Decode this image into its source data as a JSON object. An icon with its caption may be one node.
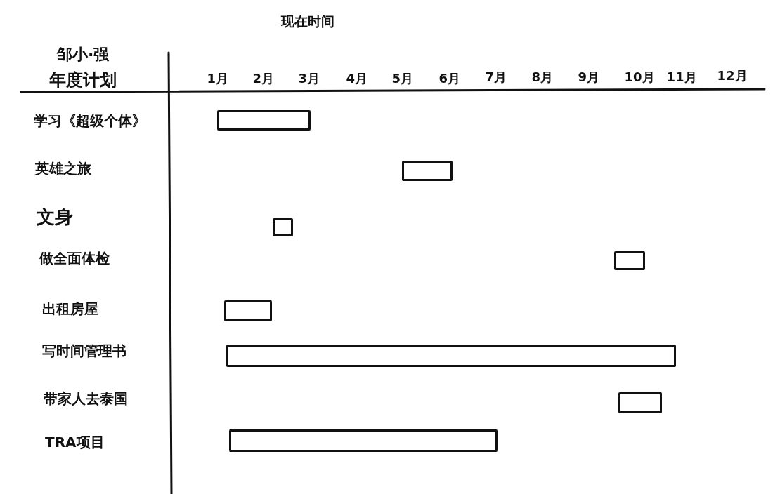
{
  "diagram": {
    "nodes": [
      {
        "text": [],
        "shape": "bar"
      },
      {
        "text": [],
        "shape": "bar"
      },
      {
        "text": [],
        "shape": "bar"
      },
      {
        "text": [],
        "shape": "bar"
      },
      {
        "text": [],
        "shape": "bar"
      },
      {
        "text": [],
        "shape": "bar"
      },
      {
        "text": [],
        "shape": "bar"
      },
      {
        "text": [],
        "shape": "bar"
      }
    ],
    "labels": [
      "现在时间",
      "邹小·强",
      "年度计划",
      "1月",
      "2月",
      "3月",
      "4月",
      "5月",
      "6月",
      "7月",
      "8月",
      "9月",
      "10月",
      "11月",
      "12月",
      "学习《超级个体》",
      "英雄之旅",
      "文身",
      "做全面体检",
      "出租房屋",
      "写时间管理书",
      "带家人去泰国",
      "TRA项目"
    ]
  }
}
